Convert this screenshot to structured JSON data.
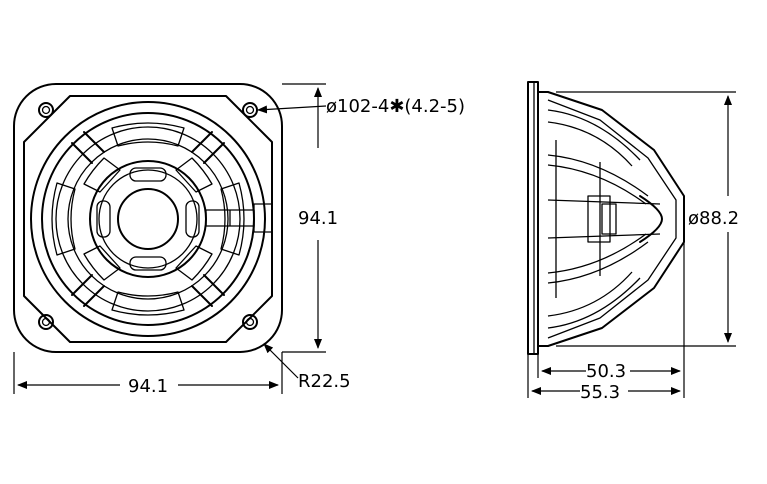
{
  "dimensions": {
    "front_width": "94.1",
    "front_height": "94.1",
    "mounting_holes": "ø102-4✱(4.2-5)",
    "corner_radius": "R22.5",
    "side_diameter": "ø88.2",
    "depth_inner": "50.3",
    "depth_total": "55.3"
  },
  "colors": {
    "line": "#000000",
    "background": "#ffffff"
  }
}
